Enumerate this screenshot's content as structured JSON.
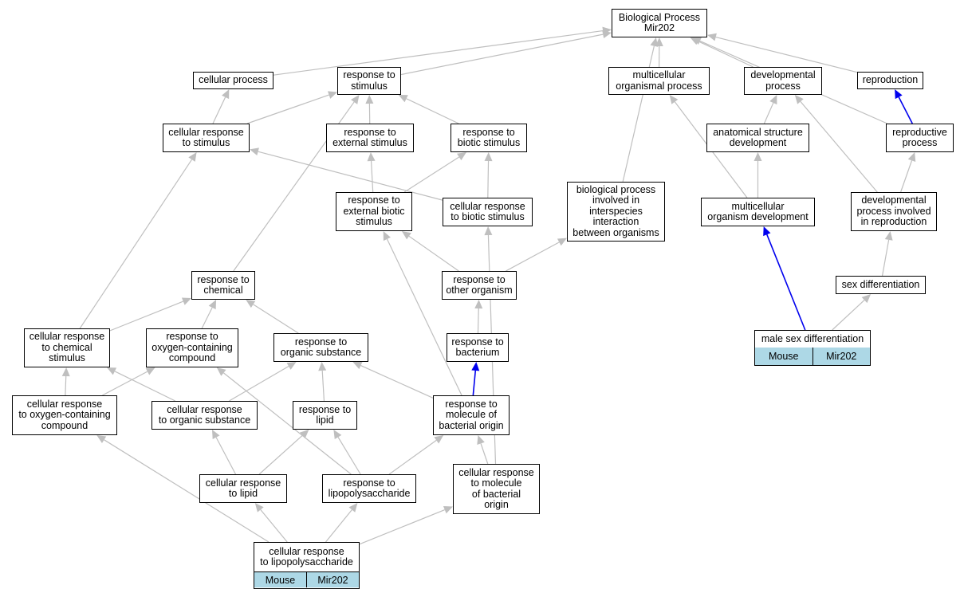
{
  "diagram_title": "Biological Process Mir202",
  "colors": {
    "edge": "#bfbfbf",
    "edge_highlight": "#0000ee",
    "cell_fill": "#add8e6"
  },
  "nodes": {
    "root": "Biological Process\nMir202",
    "cellular_process": "cellular process",
    "response_to_stimulus": "response to\nstimulus",
    "multicellular_organismal_process": "multicellular\norganismal process",
    "developmental_process": "developmental\nprocess",
    "reproduction": "reproduction",
    "cellular_response_to_stimulus": "cellular response\nto stimulus",
    "response_to_external_stimulus": "response to\nexternal stimulus",
    "response_to_biotic_stimulus": "response to\nbiotic stimulus",
    "anatomical_structure_development": "anatomical structure\ndevelopment",
    "reproductive_process": "reproductive\nprocess",
    "response_to_external_biotic_stimulus": "response to\nexternal biotic\nstimulus",
    "cellular_response_to_biotic_stimulus": "cellular response\nto biotic stimulus",
    "biological_process_involved_in_interspecies_interaction": "biological process\ninvolved in\ninterspecies\ninteraction\nbetween organisms",
    "multicellular_organism_development": "multicellular\norganism development",
    "developmental_process_involved_in_reproduction": "developmental\nprocess involved\nin reproduction",
    "response_to_chemical": "response to\nchemical",
    "response_to_other_organism": "response to\nother organism",
    "sex_differentiation": "sex differentiation",
    "cellular_response_to_chemical_stimulus": "cellular response\nto chemical\nstimulus",
    "response_to_oxygen_containing_compound": "response to\noxygen-containing\ncompound",
    "response_to_organic_substance": "response to\norganic substance",
    "response_to_bacterium": "response to\nbacterium",
    "cellular_response_to_oxygen_containing_compound": "cellular response\nto oxygen-containing\ncompound",
    "cellular_response_to_organic_substance": "cellular response\nto organic substance",
    "response_to_lipid": "response to\nlipid",
    "response_to_molecule_of_bacterial_origin": "response to\nmolecule of\nbacterial origin",
    "cellular_response_to_lipid": "cellular response\nto lipid",
    "response_to_lipopolysaccharide": "response to\nlipopolysaccharide",
    "cellular_response_to_molecule_of_bacterial_origin": "cellular response\nto molecule\nof bacterial\norigin"
  },
  "annotated_terms": {
    "male_sex_differentiation": {
      "title": "male sex differentiation",
      "species": "Mouse",
      "gene": "Mir202"
    },
    "cellular_response_to_lipopolysaccharide": {
      "title": "cellular response\nto lipopolysaccharide",
      "species": "Mouse",
      "gene": "Mir202"
    }
  },
  "edges": [
    {
      "from": "cellular_process",
      "to": "root"
    },
    {
      "from": "response_to_stimulus",
      "to": "root"
    },
    {
      "from": "multicellular_organismal_process",
      "to": "root"
    },
    {
      "from": "developmental_process",
      "to": "root"
    },
    {
      "from": "reproduction",
      "to": "root"
    },
    {
      "from": "reproductive_process",
      "to": "root"
    },
    {
      "from": "biological_process_involved_in_interspecies_interaction",
      "to": "root"
    },
    {
      "from": "cellular_response_to_stimulus",
      "to": "cellular_process"
    },
    {
      "from": "cellular_response_to_stimulus",
      "to": "response_to_stimulus"
    },
    {
      "from": "response_to_external_stimulus",
      "to": "response_to_stimulus"
    },
    {
      "from": "response_to_biotic_stimulus",
      "to": "response_to_stimulus"
    },
    {
      "from": "response_to_chemical",
      "to": "response_to_stimulus"
    },
    {
      "from": "anatomical_structure_development",
      "to": "developmental_process"
    },
    {
      "from": "reproductive_process",
      "to": "reproduction",
      "highlight": true
    },
    {
      "from": "response_to_external_biotic_stimulus",
      "to": "response_to_external_stimulus"
    },
    {
      "from": "response_to_external_biotic_stimulus",
      "to": "response_to_biotic_stimulus"
    },
    {
      "from": "cellular_response_to_biotic_stimulus",
      "to": "response_to_biotic_stimulus"
    },
    {
      "from": "cellular_response_to_biotic_stimulus",
      "to": "cellular_response_to_stimulus"
    },
    {
      "from": "multicellular_organism_development",
      "to": "anatomical_structure_development"
    },
    {
      "from": "multicellular_organism_development",
      "to": "multicellular_organismal_process"
    },
    {
      "from": "developmental_process_involved_in_reproduction",
      "to": "reproductive_process"
    },
    {
      "from": "developmental_process_involved_in_reproduction",
      "to": "developmental_process"
    },
    {
      "from": "response_to_other_organism",
      "to": "response_to_external_biotic_stimulus"
    },
    {
      "from": "response_to_other_organism",
      "to": "biological_process_involved_in_interspecies_interaction"
    },
    {
      "from": "sex_differentiation",
      "to": "developmental_process_involved_in_reproduction"
    },
    {
      "from": "cellular_response_to_chemical_stimulus",
      "to": "response_to_chemical"
    },
    {
      "from": "cellular_response_to_chemical_stimulus",
      "to": "cellular_response_to_stimulus"
    },
    {
      "from": "response_to_oxygen_containing_compound",
      "to": "response_to_chemical"
    },
    {
      "from": "response_to_organic_substance",
      "to": "response_to_chemical"
    },
    {
      "from": "response_to_bacterium",
      "to": "response_to_other_organism"
    },
    {
      "from": "male_sex_differentiation",
      "to": "multicellular_organism_development",
      "highlight": true
    },
    {
      "from": "male_sex_differentiation",
      "to": "sex_differentiation"
    },
    {
      "from": "cellular_response_to_oxygen_containing_compound",
      "to": "cellular_response_to_chemical_stimulus"
    },
    {
      "from": "cellular_response_to_oxygen_containing_compound",
      "to": "response_to_oxygen_containing_compound"
    },
    {
      "from": "cellular_response_to_organic_substance",
      "to": "cellular_response_to_chemical_stimulus"
    },
    {
      "from": "cellular_response_to_organic_substance",
      "to": "response_to_organic_substance"
    },
    {
      "from": "response_to_lipid",
      "to": "response_to_organic_substance"
    },
    {
      "from": "response_to_molecule_of_bacterial_origin",
      "to": "response_to_bacterium",
      "highlight": true
    },
    {
      "from": "response_to_molecule_of_bacterial_origin",
      "to": "response_to_organic_substance"
    },
    {
      "from": "response_to_molecule_of_bacterial_origin",
      "to": "response_to_external_biotic_stimulus"
    },
    {
      "from": "cellular_response_to_lipid",
      "to": "cellular_response_to_organic_substance"
    },
    {
      "from": "cellular_response_to_lipid",
      "to": "response_to_lipid"
    },
    {
      "from": "response_to_lipopolysaccharide",
      "to": "response_to_lipid"
    },
    {
      "from": "response_to_lipopolysaccharide",
      "to": "response_to_molecule_of_bacterial_origin"
    },
    {
      "from": "response_to_lipopolysaccharide",
      "to": "response_to_oxygen_containing_compound"
    },
    {
      "from": "cellular_response_to_molecule_of_bacterial_origin",
      "to": "response_to_molecule_of_bacterial_origin"
    },
    {
      "from": "cellular_response_to_molecule_of_bacterial_origin",
      "to": "cellular_response_to_biotic_stimulus"
    },
    {
      "from": "cellular_response_to_lipopolysaccharide",
      "to": "cellular_response_to_lipid"
    },
    {
      "from": "cellular_response_to_lipopolysaccharide",
      "to": "response_to_lipopolysaccharide"
    },
    {
      "from": "cellular_response_to_lipopolysaccharide",
      "to": "cellular_response_to_molecule_of_bacterial_origin"
    },
    {
      "from": "cellular_response_to_lipopolysaccharide",
      "to": "cellular_response_to_oxygen_containing_compound"
    }
  ]
}
